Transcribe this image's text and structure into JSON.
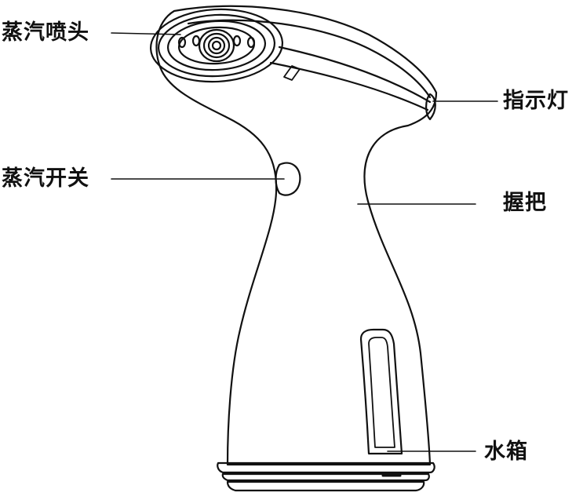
{
  "labels": {
    "steam_nozzle": "蒸汽喷头",
    "steam_switch": "蒸汽开关",
    "indicator_light": "指示灯",
    "handle": "握把",
    "water_tank": "水箱"
  },
  "colors": {
    "line": "#111111",
    "background": "#ffffff"
  }
}
